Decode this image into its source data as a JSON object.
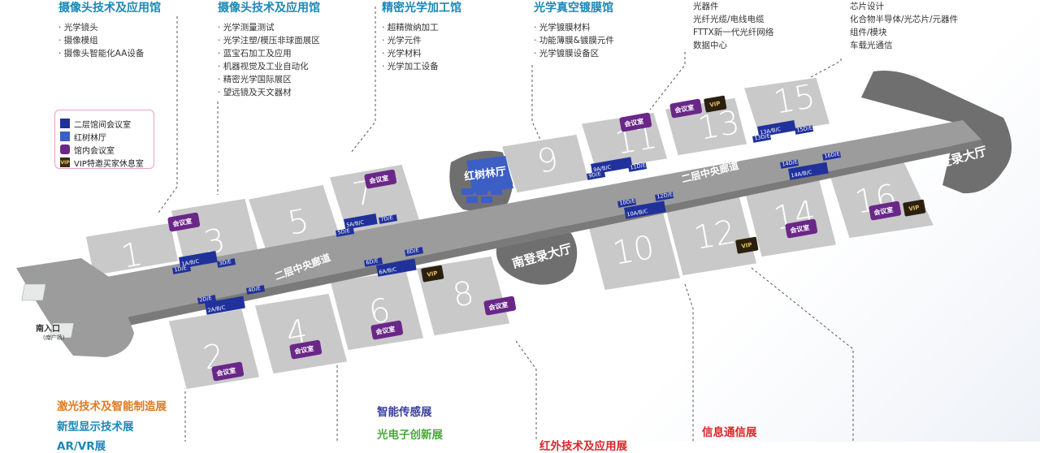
{
  "zones": {
    "z1": {
      "title": "摄像头技术及应用馆",
      "items": [
        "光学镜头",
        "摄像模组",
        "摄像头智能化AA设备"
      ]
    },
    "z2": {
      "title": "摄像头技术及应用馆",
      "items": [
        "光学测量测试",
        "光学注塑/模压非球面展区",
        "蓝宝石加工及应用",
        "机器视觉及工业自动化",
        "精密光学国际展区",
        "望远镜及天文器材"
      ]
    },
    "z3": {
      "title": "精密光学加工馆",
      "items": [
        "超精微纳加工",
        "光学元件",
        "光学材料",
        "光学加工设备"
      ]
    },
    "z4": {
      "title": "光学真空镀膜馆",
      "items": [
        "光学镀膜材料",
        "功能薄膜&镀膜元件",
        "光学镀膜设备区"
      ]
    },
    "z5": {
      "items": [
        "光器件",
        "光纤光缆/电线电缆",
        "FTTX新一代光纤网络",
        "数据中心"
      ]
    },
    "z6": {
      "items": [
        "芯片设计",
        "化合物半导体/光芯片/元器件",
        "组件/模块",
        "车载光通信"
      ]
    }
  },
  "legend": {
    "items": [
      {
        "label": "二层馆间会议室",
        "color": "#20319b"
      },
      {
        "label": "红树林厅",
        "color": "#3b5fc4"
      },
      {
        "label": "馆内会议室",
        "color": "#6a2788"
      },
      {
        "label": "VIP特邀买家休息室",
        "color": "#3a2a14"
      }
    ],
    "vip_mark": "VIP"
  },
  "map": {
    "hall_numbers": [
      "1",
      "2",
      "3",
      "4",
      "5",
      "6",
      "7",
      "8",
      "9",
      "10",
      "11",
      "12",
      "13",
      "14",
      "15",
      "16"
    ],
    "corridor_label": "二层中央廊道",
    "meeting_room": "会议室",
    "vip": "VIP",
    "hongshulin": "红树林厅",
    "south_lobby": "南登录大厅",
    "north_lobby": "北登录大厅",
    "entrance": "南入口",
    "entrance_sub": "(南广场)",
    "rooms": {
      "r1ab": "1A/B/C",
      "r1de": "1D/E",
      "r3de": "3D/E",
      "r2de": "2D/E",
      "r2abc": "2A/B/C",
      "r4de": "4D/E",
      "r5ab": "5A/B/C",
      "r5de": "5D/E",
      "r7de": "7D/E",
      "r6de": "6D/E",
      "r6abc": "6A/B/C",
      "r8de": "8D/E",
      "r9ab": "9A/B/C",
      "r9de": "9D/E",
      "r11de": "11D/E",
      "r10de": "10D/E",
      "r10abc": "10A/B/C",
      "r12de": "12D/E",
      "r13ab": "13A/B/C",
      "r13de": "13D/E",
      "r15de": "15D/E",
      "r14de": "14D/E",
      "r14abc": "14A/B/C",
      "r16de": "16D/E"
    }
  },
  "bottom": {
    "laser": {
      "title": "激光技术及智能制造展",
      "color": "#e07a1f"
    },
    "display": {
      "title": "新型显示技术展",
      "color": "#1b88b8"
    },
    "ar": {
      "title": "AR/VR展",
      "color": "#1b88b8"
    },
    "sensing": {
      "title": "智能传感展",
      "color": "#3a3fa0"
    },
    "innov": {
      "title": "光电子创新展",
      "color": "#4aa83c"
    },
    "infrared": {
      "title": "红外技术及应用展",
      "color": "#d9262a"
    },
    "comm": {
      "title": "信息通信展",
      "color": "#d9262a"
    }
  }
}
